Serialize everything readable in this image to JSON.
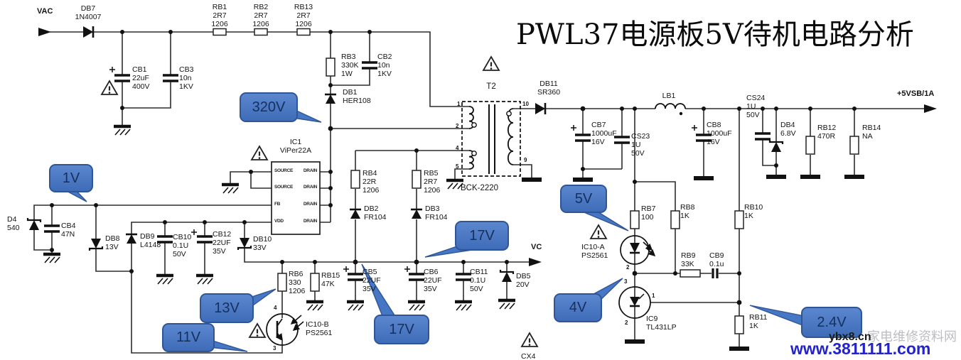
{
  "title": "PWL37电源板5V待机电路分析",
  "nets": {
    "input": "VAC",
    "output": "+5VSB/1A",
    "vc": "VC"
  },
  "callouts": {
    "v320": "320V",
    "v1": "1V",
    "v5": "5V",
    "v17a": "17V",
    "v13": "13V",
    "v11": "11V",
    "v17b": "17V",
    "v4": "4V",
    "v24": "2.4V"
  },
  "components": {
    "db7": "DB7\n1N4007",
    "rb1": "RB1\n2R7\n1206",
    "rb2": "RB2\n2R7\n1206",
    "rb13": "RB13\n2R7\n1206",
    "cb1": "CB1\n22uF\n400V",
    "cb3": "CB3\n10n\n1KV",
    "rb3": "RB3\n330K\n1W",
    "cb2": "CB2\n10n\n1KV",
    "db1": "DB1\nHER108",
    "t2": "T2",
    "t2_part": "BCK-2220",
    "db11": "DB11\nSR360",
    "cb7": "CB7\n1000uF\n16V",
    "cs23": "CS23\n1U\n50V",
    "lb1": "LB1",
    "cb8": "CB8\n1000uF\n16V",
    "cs24": "CS24\n1U\n50V",
    "db4": "DB4\n6.8V",
    "rb12": "RB12\n470R",
    "rb14": "RB14\nNA",
    "ic1": "IC1\nViPer22A",
    "rb4": "RB4\n22R\n1206",
    "rb5": "RB5\n2R7\n1206",
    "db2": "DB2\nFR104",
    "db3": "DB3\nFR104",
    "d4": "D4\n540",
    "cb4": "CB4\n47N",
    "db8": "DB8\n13V",
    "db9": "DB9\nL4148",
    "cb10": "CB10\n0.1U\n50V",
    "cb12": "CB12\n22UF\n35V",
    "db10": "DB10\n33V",
    "rb6": "RB6\n330\n1206",
    "rb15": "RB15\n47K",
    "cb5": "CB5\n22UF\n35V",
    "cb6": "CB6\n22UF\n35V",
    "cb11": "CB11\n0.1U\n50V",
    "db5": "DB5\n20V",
    "ic10b": "IC10-B\nPS2561",
    "ic10a": "IC10-A\nPS2561",
    "rb7": "RB7\n100",
    "rb8": "RB8\n1K",
    "rb9": "RB9\n33K",
    "cb9": "CB9\n0.1u",
    "rb10": "RB10\n1K",
    "rb11": "RB11\n1K",
    "ic9": "IC9\nTL431LP",
    "cx4": "CX4"
  },
  "ic1_pins_left": [
    "SOURCE",
    "SOURCE",
    "FB",
    "VDD"
  ],
  "ic1_pins_right": [
    "DRAIN",
    "DRAIN",
    "DRAIN",
    "DRAIN"
  ],
  "t2_pins": [
    "1",
    "2",
    "4",
    "5",
    "10",
    "9"
  ],
  "ic9_pins": [
    "3",
    "1",
    "2"
  ],
  "opto_pins": {
    "a_cathode": "2",
    "b_collector": "4",
    "b_emitter": "3"
  },
  "watermark": {
    "site": "ybx8.cn",
    "portal": "家电维修资料网",
    "url": "www.3811111.com"
  },
  "colors": {
    "callout_fill": "#4677C5",
    "callout_border": "#2F5597",
    "callout_text": "#16305E",
    "url_blue": "#2222CF"
  }
}
